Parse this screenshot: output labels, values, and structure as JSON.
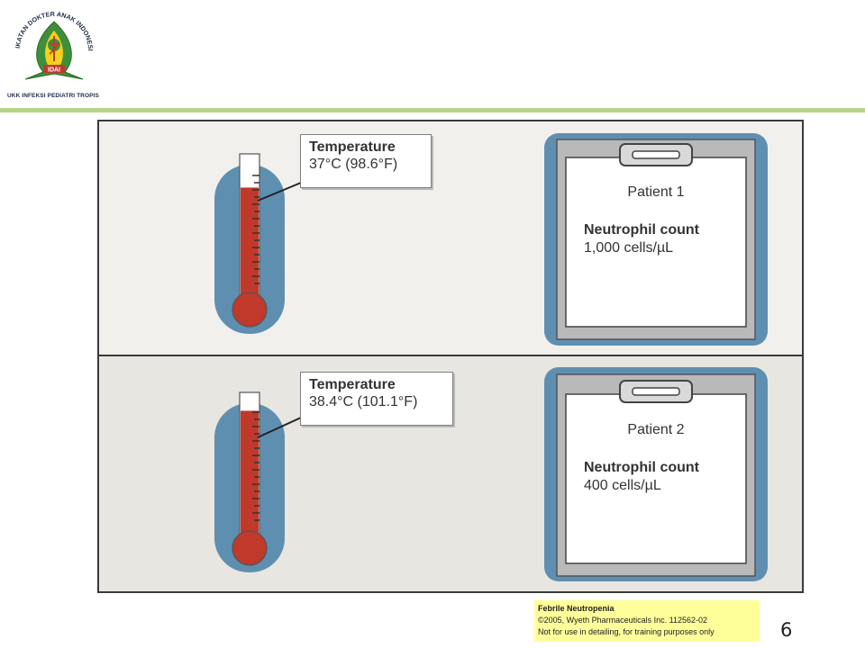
{
  "header": {
    "logo_ring_text": "IKATAN DOKTER ANAK INDONESIA",
    "logo_badge_text": "IDAI",
    "unit_name": "UKK INFEKSI PEDIATRI TROPIS"
  },
  "colors": {
    "accent_divider": "#b7d58a",
    "thermo_blue": "#5f8fb0",
    "mercury_red": "#c0392b",
    "clipboard_frame": "#5f8fb0",
    "footer_note_bg": "#ffff99"
  },
  "panels": [
    {
      "temperature_label": "Temperature",
      "temperature_value": "37°C (98.6°F)",
      "mercury_level": 0.78,
      "patient": "Patient 1",
      "count_label": "Neutrophil count",
      "count_value": "1,000 cells/µL"
    },
    {
      "temperature_label": "Temperature",
      "temperature_value": "38.4°C (101.1°F)",
      "mercury_level": 0.88,
      "patient": "Patient 2",
      "count_label": "Neutrophil count",
      "count_value": "400 cells/µL"
    }
  ],
  "footer": {
    "title": "Febrile Neutropenia",
    "copyright": "©2005, Wyeth Pharmaceuticals Inc. 112562-02",
    "disclaimer": "Not for use in detailing, for training purposes only",
    "page_number": "6"
  }
}
